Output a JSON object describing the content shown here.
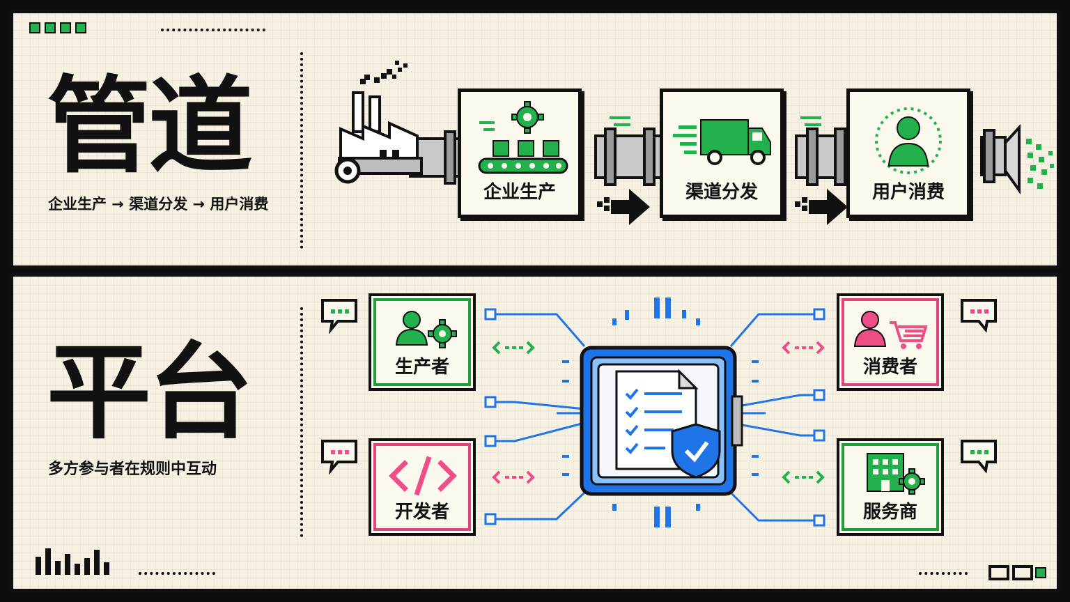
{
  "pipeline": {
    "title": "管道",
    "subtitle": "企业生产 → 渠道分发 → 用户消费",
    "stages": [
      {
        "label": "企业生产",
        "icon": "conveyor-gear-icon"
      },
      {
        "label": "渠道分发",
        "icon": "delivery-truck-icon"
      },
      {
        "label": "用户消费",
        "icon": "user-icon"
      }
    ]
  },
  "platform": {
    "title": "平台",
    "subtitle": "多方参与者在规则中互动",
    "actors": [
      {
        "label": "生产者",
        "icon": "user-gear-icon",
        "color": "#1f9d3f"
      },
      {
        "label": "开发者",
        "icon": "code-icon",
        "color": "#e0457a"
      },
      {
        "label": "消费者",
        "icon": "user-cart-icon",
        "color": "#e0457a"
      },
      {
        "label": "服务商",
        "icon": "building-gear-icon",
        "color": "#1f9d3f"
      }
    ],
    "hub_icon": "checklist-shield-icon"
  },
  "colors": {
    "green": "#22b14c",
    "pink": "#ee4d86",
    "blue": "#1f74e8",
    "ink": "#111111",
    "paper": "#f6f1e2"
  }
}
